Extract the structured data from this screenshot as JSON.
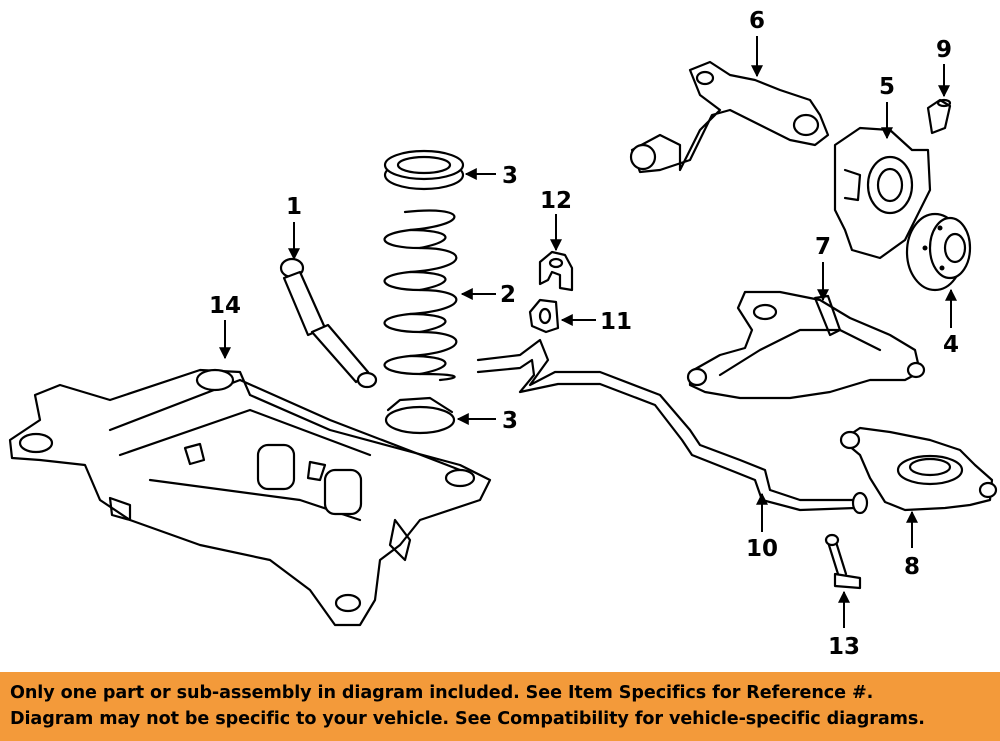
{
  "callouts": [
    {
      "id": "1",
      "label": "1"
    },
    {
      "id": "2",
      "label": "2"
    },
    {
      "id": "3a",
      "label": "3"
    },
    {
      "id": "3b",
      "label": "3"
    },
    {
      "id": "4",
      "label": "4"
    },
    {
      "id": "5",
      "label": "5"
    },
    {
      "id": "6",
      "label": "6"
    },
    {
      "id": "7",
      "label": "7"
    },
    {
      "id": "8",
      "label": "8"
    },
    {
      "id": "9",
      "label": "9"
    },
    {
      "id": "10",
      "label": "10"
    },
    {
      "id": "11",
      "label": "11"
    },
    {
      "id": "12",
      "label": "12"
    },
    {
      "id": "13",
      "label": "13"
    },
    {
      "id": "14",
      "label": "14"
    }
  ],
  "disclaimer": {
    "line1": "Only one part or sub-assembly in diagram included. See Item Specifics for Reference #.",
    "line2": "Diagram may not be specific to your vehicle. See Compatibility for vehicle-specific diagrams."
  },
  "colors": {
    "banner_background": "#f39a3a",
    "diagram_background": "#ffffff",
    "linework": "#000000"
  }
}
